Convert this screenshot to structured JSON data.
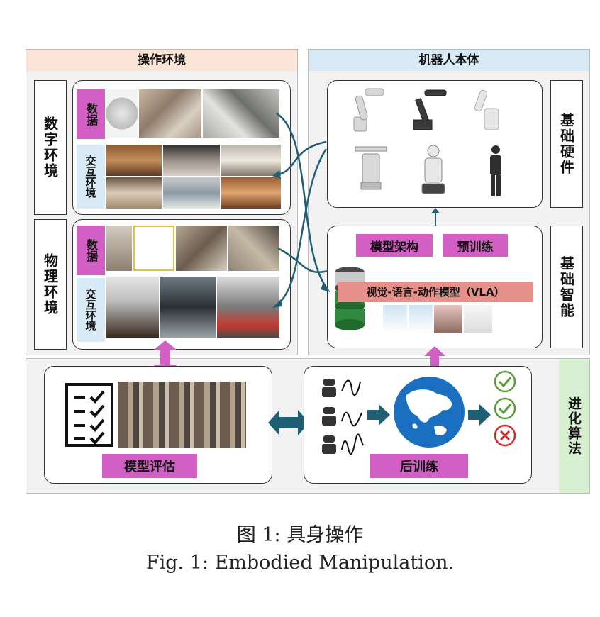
{
  "env": {
    "title": "操作环境",
    "digital": "数字环境",
    "physical": "物理环境",
    "data_tag": "数据",
    "interact_tag": "交互环境"
  },
  "robot": {
    "title": "机器人本体",
    "hardware": "基础硬件",
    "intelligence": "基础智能",
    "arch": "模型架构",
    "pretrain": "预训练",
    "vla": "视觉-语言-动作模型（VLA）"
  },
  "algo": {
    "title": "进化算法",
    "eval": "模型评估",
    "posttrain": "后训练"
  },
  "caption": {
    "cn": "图 1: 具身操作",
    "en": "Fig. 1: Embodied Manipulation."
  },
  "colors": {
    "pink": "#d25fc3",
    "teal": "#1f5f74",
    "env_header": "#fbe3d6",
    "robot_header": "#d9eaf7",
    "algo_header": "#d7f0d2",
    "globe": "#1a6fc0",
    "check": "#5a9e3a",
    "cross": "#d62a2a"
  }
}
